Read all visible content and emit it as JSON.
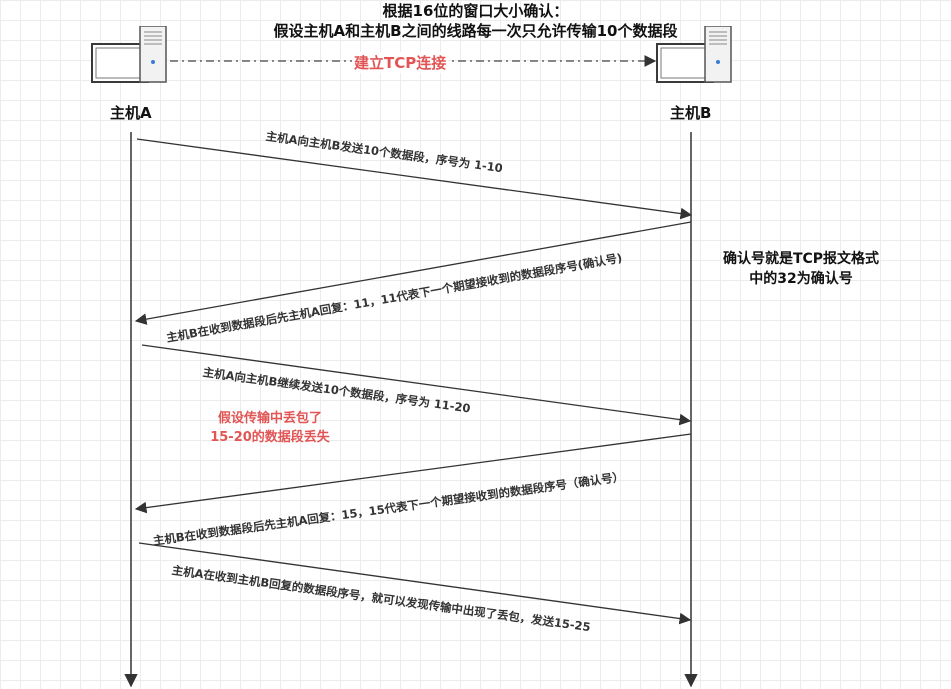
{
  "title": {
    "line1": "根据16位的窗口大小确认：",
    "line2": "假设主机A和主机B之间的线路每一次只允许传输10个数据段"
  },
  "hosts": {
    "a_label": "主机A",
    "b_label": "主机B",
    "a_icon": "desktop-computer-icon",
    "b_icon": "desktop-computer-icon"
  },
  "connection": {
    "label": "建立TCP连接",
    "color": "#e25555"
  },
  "messages": [
    {
      "text": "主机A向主机B发送10个数据段，序号为 1-10",
      "direction": "A->B"
    },
    {
      "text": "主机B在收到数据段后先主机A回复：11，11代表下一个期望接收到的数据段序号(确认号)",
      "direction": "B->A"
    },
    {
      "text": "主机A向主机B继续发送10个数据段，序号为 11-20",
      "direction": "A->B"
    },
    {
      "text": "主机B在收到数据段后先主机A回复：15，15代表下一个期望接收到的数据段序号（确认号）",
      "direction": "B->A"
    },
    {
      "text": "主机A在收到主机B回复的数据段序号，就可以发现传输中出现了丢包，发送15-25",
      "direction": "A->B"
    }
  ],
  "note": {
    "line1": "确认号就是TCP报文格式",
    "line2": "中的32为确认号"
  },
  "loss": {
    "line1": "假设传输中丢包了",
    "line2": "15-20的数据段丢失",
    "color": "#e25555"
  }
}
